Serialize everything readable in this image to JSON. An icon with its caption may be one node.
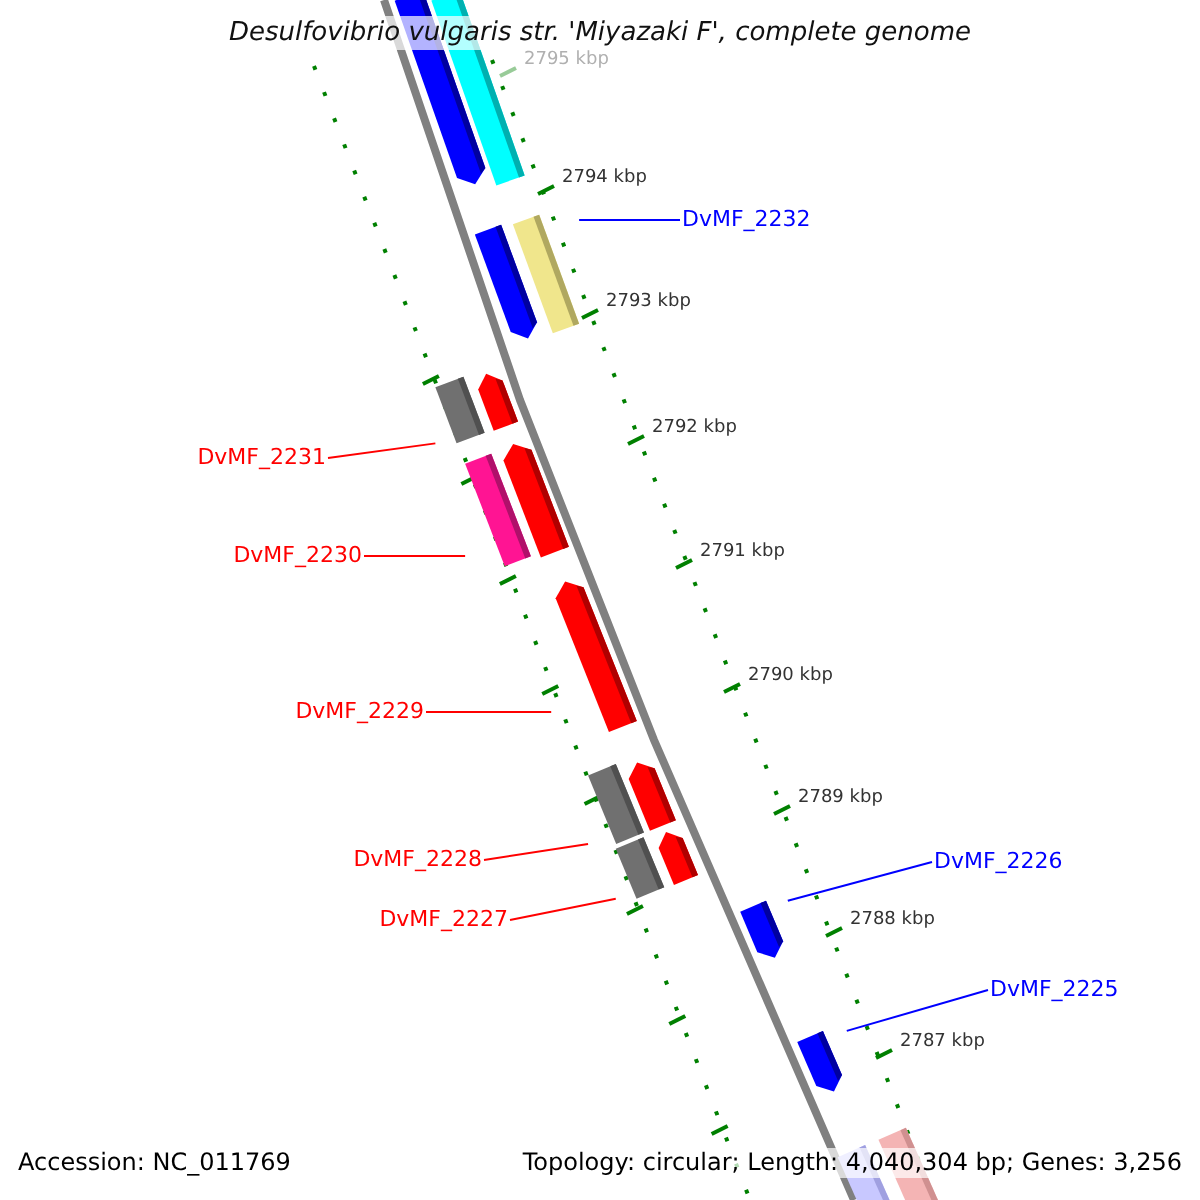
{
  "diagram": {
    "title": "Desulfovibrio vulgaris str. 'Miyazaki F', complete genome",
    "nodes": [
      {
        "text": [
          "DvMF_2232"
        ]
      },
      {
        "text": [
          "DvMF_2231"
        ]
      },
      {
        "text": [
          "DvMF_2230"
        ]
      },
      {
        "text": [
          "DvMF_2229"
        ]
      },
      {
        "text": [
          "DvMF_2228"
        ]
      },
      {
        "text": [
          "DvMF_2227"
        ]
      },
      {
        "text": [
          "DvMF_2226"
        ]
      },
      {
        "text": [
          "DvMF_2225"
        ]
      },
      {
        "text": [],
        "shape": "box"
      },
      {
        "text": [],
        "shape": "box"
      },
      {
        "text": [],
        "shape": "box"
      },
      {
        "text": [],
        "shape": "arrow"
      },
      {
        "text": [],
        "shape": "box"
      },
      {
        "text": [],
        "shape": "box"
      },
      {
        "text": [],
        "shape": "arrow"
      },
      {
        "text": [],
        "shape": "arrow"
      },
      {
        "text": [],
        "shape": "arrow"
      },
      {
        "text": [],
        "shape": "box"
      },
      {
        "text": [],
        "shape": "arrow"
      },
      {
        "text": [],
        "shape": "arrow"
      },
      {
        "text": [],
        "shape": "arrow"
      },
      {
        "text": [],
        "shape": "arrow"
      },
      {
        "text": [],
        "shape": "arrow"
      },
      {
        "text": [],
        "shape": "box"
      },
      {
        "text": [],
        "shape": "box"
      }
    ],
    "edges": [
      {
        "from": 0,
        "to": 8,
        "arrow": "none",
        "color": "#0000ff"
      },
      {
        "from": 1,
        "to": 9,
        "arrow": "none"
      },
      {
        "from": 2,
        "to": 10,
        "arrow": "none"
      },
      {
        "from": 3,
        "to": 11,
        "arrow": "none"
      },
      {
        "from": 4,
        "to": 12,
        "arrow": "none"
      },
      {
        "from": 5,
        "to": 13,
        "arrow": "none"
      },
      {
        "from": 6,
        "to": 14,
        "arrow": "none",
        "color": "#0000ff"
      },
      {
        "from": 7,
        "to": 15,
        "arrow": "none",
        "color": "#0000ff"
      }
    ],
    "labels": [
      "2795 kbp",
      "2794 kbp",
      "2793 kbp",
      "2792 kbp",
      "2791 kbp",
      "2790 kbp",
      "2789 kbp",
      "2788 kbp",
      "2787 kbp",
      "Accession: NC_011769",
      "Topology: circular; Length: 4,040,304 bp; Genes: 3,256"
    ]
  }
}
